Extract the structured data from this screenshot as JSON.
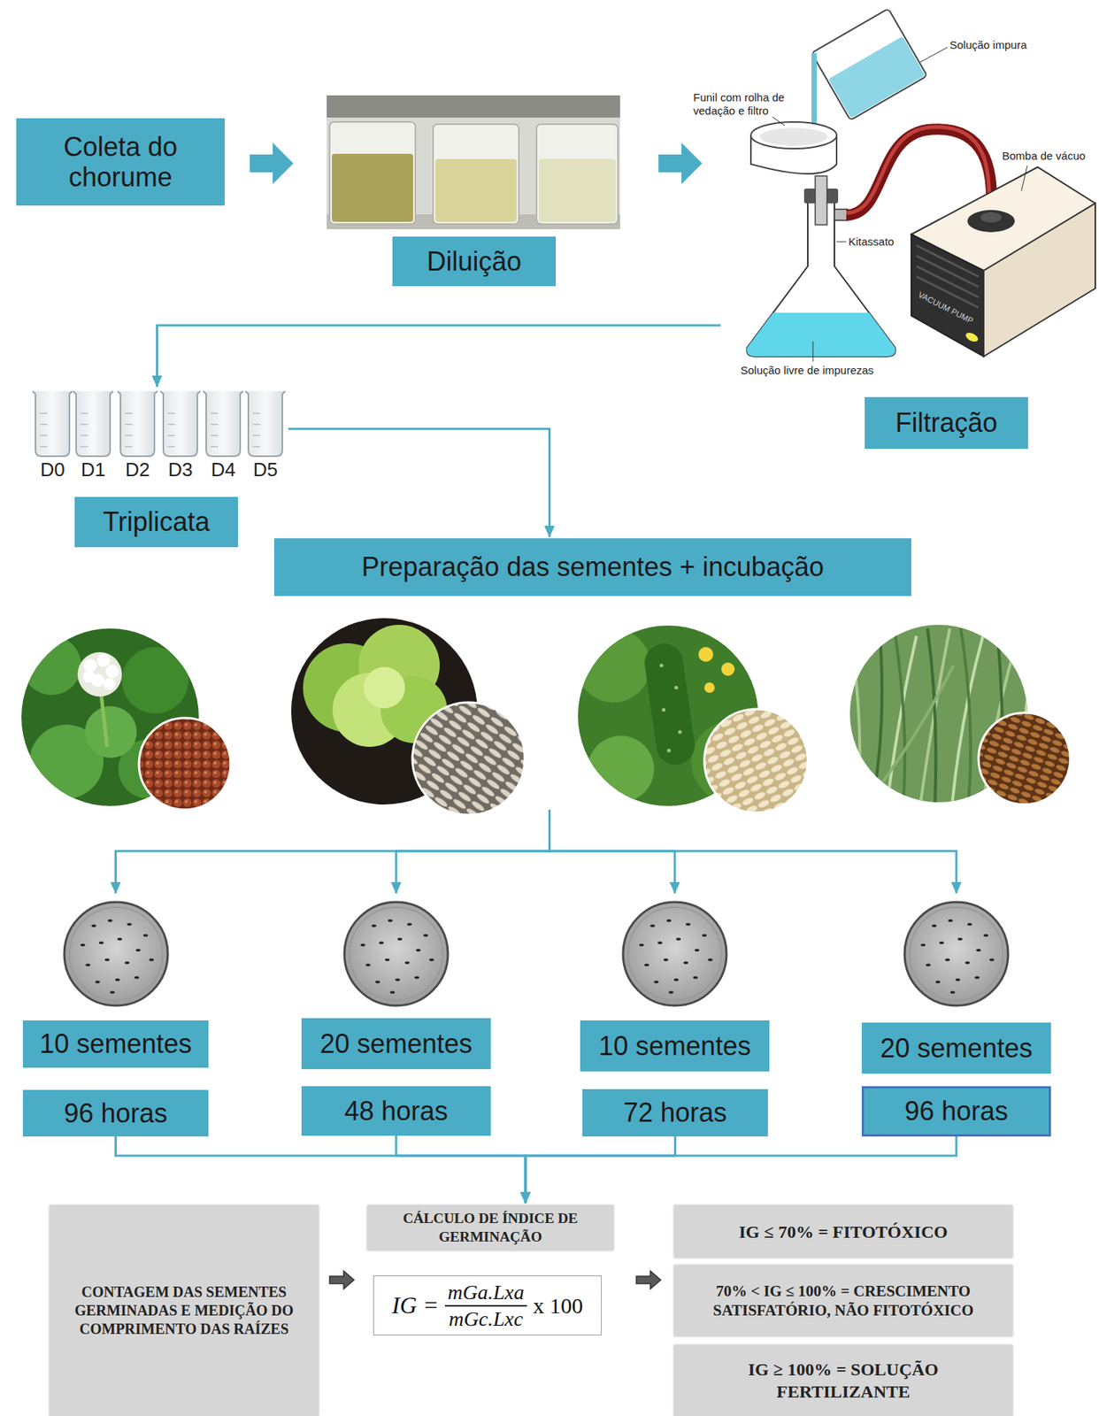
{
  "diagram": {
    "nodes": [
      {
        "text": [
          "Coleta do chorume"
        ]
      },
      {
        "text": [
          "Diluição"
        ]
      },
      {
        "text": [
          "Filtração"
        ]
      },
      {
        "text": [
          "Triplicata"
        ]
      },
      {
        "text": [
          "Preparação das sementes + incubação"
        ]
      },
      {
        "text": [
          "10 sementes"
        ]
      },
      {
        "text": [
          "96 horas"
        ]
      },
      {
        "text": [
          "20 sementes"
        ]
      },
      {
        "text": [
          "48 horas"
        ]
      },
      {
        "text": [
          "10 sementes"
        ]
      },
      {
        "text": [
          "72 horas"
        ]
      },
      {
        "text": [
          "20 sementes"
        ]
      },
      {
        "text": [
          "96 horas"
        ]
      },
      {
        "text": [
          "CONTAGEM DAS SEMENTES GERMINADAS E MEDIÇÃO DO COMPRIMENTO DAS RAÍZES"
        ]
      },
      {
        "text": [
          "CÁLCULO DE ÍNDICE DE GERMINAÇÃO"
        ]
      },
      {
        "text": [
          "IG =",
          "mGa.Lxa",
          "mGc.Lxc",
          "x 100"
        ]
      },
      {
        "text": [
          "IG ≤ 70% = FITOTÓXICO"
        ]
      },
      {
        "text": [
          "70% < IG ≤ 100% = CRESCIMENTO SATISFATÓRIO, NÃO FITOTÓXICO"
        ]
      },
      {
        "text": [
          "IG ≥ 100% = SOLUÇÃO FERTILIZANTE"
        ]
      }
    ],
    "edges": [
      {
        "from": 0,
        "to": 1,
        "arrow": "to"
      },
      {
        "from": 1,
        "to": 2,
        "arrow": "to"
      },
      {
        "from": 2,
        "to": 3,
        "arrow": "to"
      },
      {
        "from": 3,
        "to": 4,
        "arrow": "to"
      },
      {
        "from": 4,
        "to": 5,
        "arrow": "to"
      },
      {
        "from": 4,
        "to": 7,
        "arrow": "to"
      },
      {
        "from": 4,
        "to": 9,
        "arrow": "to"
      },
      {
        "from": 4,
        "to": 11,
        "arrow": "to"
      },
      {
        "from": 6,
        "to": 14,
        "arrow": "to"
      },
      {
        "from": 8,
        "to": 14,
        "arrow": "to"
      },
      {
        "from": 10,
        "to": 14,
        "arrow": "to"
      },
      {
        "from": 12,
        "to": 14,
        "arrow": "to"
      },
      {
        "from": 13,
        "to": 15,
        "arrow": "to"
      },
      {
        "from": 15,
        "to": 17,
        "arrow": "to"
      }
    ],
    "labels": [
      "Solução impura",
      "Funil com rolha de vedação e filtro",
      "Bomba de vácuo",
      "Kitassato",
      "VACUUM PUMP",
      "Solução livre de impurezas",
      "D0",
      "D1",
      "D2",
      "D3",
      "D4",
      "D5"
    ]
  }
}
